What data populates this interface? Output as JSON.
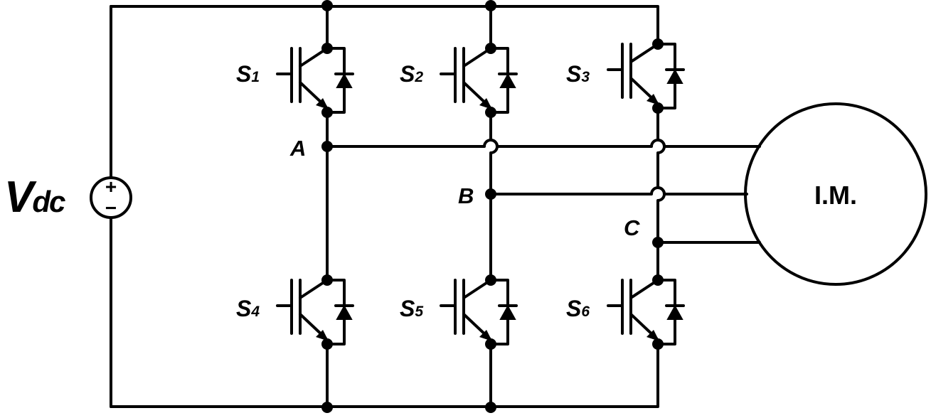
{
  "diagram": {
    "source": {
      "label_main": "V",
      "label_sub": "dc",
      "plus": "+",
      "minus": "−"
    },
    "motor": {
      "label": "I.M."
    },
    "switches": [
      {
        "id": "s1",
        "main": "S",
        "sub": "1"
      },
      {
        "id": "s2",
        "main": "S",
        "sub": "2"
      },
      {
        "id": "s3",
        "main": "S",
        "sub": "3"
      },
      {
        "id": "s4",
        "main": "S",
        "sub": "4"
      },
      {
        "id": "s5",
        "main": "S",
        "sub": "5"
      },
      {
        "id": "s6",
        "main": "S",
        "sub": "6"
      }
    ],
    "nodes": {
      "a": "A",
      "b": "B",
      "c": "C"
    }
  }
}
